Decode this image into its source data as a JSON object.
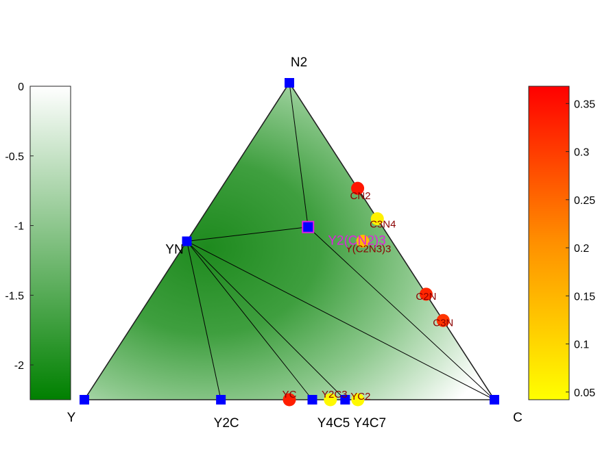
{
  "chart_data": {
    "type": "ternary-phase-diagram",
    "vertices": [
      {
        "label": "Y",
        "role": "bottom-left"
      },
      {
        "label": "C",
        "role": "bottom-right"
      },
      {
        "label": "N2",
        "role": "top"
      }
    ],
    "stable_phases": [
      {
        "label": "Y",
        "comp": {
          "Y": 1.0,
          "C": 0.0,
          "N": 0.0
        }
      },
      {
        "label": "C",
        "comp": {
          "Y": 0.0,
          "C": 1.0,
          "N": 0.0
        }
      },
      {
        "label": "N2",
        "comp": {
          "Y": 0.0,
          "C": 0.0,
          "N": 1.0
        }
      },
      {
        "label": "YN",
        "comp": {
          "Y": 0.5,
          "C": 0.0,
          "N": 0.5
        }
      },
      {
        "label": "Y2C",
        "comp": {
          "Y": 0.667,
          "C": 0.333,
          "N": 0.0
        }
      },
      {
        "label": "Y4C5",
        "comp": {
          "Y": 0.444,
          "C": 0.556,
          "N": 0.0
        }
      },
      {
        "label": "Y4C7",
        "comp": {
          "Y": 0.364,
          "C": 0.636,
          "N": 0.0
        }
      },
      {
        "label": "Y2(CN2)3",
        "comp": {
          "Y": 0.182,
          "C": 0.273,
          "N": 0.545
        },
        "highlight": true
      }
    ],
    "tie_lines": [
      [
        "Y",
        "YN"
      ],
      [
        "Y",
        "Y2C"
      ],
      [
        "Y2C",
        "Y4C5"
      ],
      [
        "Y4C5",
        "Y4C7"
      ],
      [
        "Y4C7",
        "C"
      ],
      [
        "YN",
        "N2"
      ],
      [
        "N2",
        "C"
      ],
      [
        "YN",
        "Y2C"
      ],
      [
        "YN",
        "Y4C5"
      ],
      [
        "YN",
        "Y4C7"
      ],
      [
        "YN",
        "C"
      ],
      [
        "YN",
        "Y2(CN2)3"
      ],
      [
        "Y2(CN2)3",
        "N2"
      ],
      [
        "Y2(CN2)3",
        "C"
      ]
    ],
    "unstable_phases": [
      {
        "label": "CN2",
        "comp": {
          "Y": 0.0,
          "C": 0.333,
          "N": 0.667
        },
        "e_above_hull": 0.34
      },
      {
        "label": "C3N4",
        "comp": {
          "Y": 0.0,
          "C": 0.429,
          "N": 0.571
        },
        "e_above_hull": 0.06
      },
      {
        "label": "Y(C2N3)3",
        "comp": {
          "Y": 0.071,
          "C": 0.429,
          "N": 0.5
        },
        "e_above_hull": 0.13
      },
      {
        "label": "C2N",
        "comp": {
          "Y": 0.0,
          "C": 0.667,
          "N": 0.333
        },
        "e_above_hull": 0.32
      },
      {
        "label": "C3N",
        "comp": {
          "Y": 0.0,
          "C": 0.75,
          "N": 0.25
        },
        "e_above_hull": 0.3
      },
      {
        "label": "YC",
        "comp": {
          "Y": 0.5,
          "C": 0.5,
          "N": 0.0
        },
        "e_above_hull": 0.33
      },
      {
        "label": "Y2C3",
        "comp": {
          "Y": 0.4,
          "C": 0.6,
          "N": 0.0
        },
        "e_above_hull": 0.05
      },
      {
        "label": "YC2",
        "comp": {
          "Y": 0.333,
          "C": 0.667,
          "N": 0.0
        },
        "e_above_hull": 0.05
      }
    ],
    "left_colorbar": {
      "ticks": [
        "0",
        "-0.5",
        "-1",
        "-1.5",
        "-2"
      ],
      "tick_values": [
        0,
        -0.5,
        -1,
        -1.5,
        -2
      ],
      "range": [
        -2.25,
        0
      ],
      "color_low": "#008000",
      "color_high": "#ffffff"
    },
    "right_colorbar": {
      "ticks": [
        "0.35",
        "0.3",
        "0.25",
        "0.2",
        "0.15",
        "0.1",
        "0.05"
      ],
      "tick_values": [
        0.35,
        0.3,
        0.25,
        0.2,
        0.15,
        0.1,
        0.05
      ],
      "range": [
        0.042,
        0.368
      ],
      "color_low": "#ffff00",
      "color_high": "#ff0000"
    },
    "colors": {
      "stable_marker": "#0000ff",
      "highlight": "#e020e0",
      "tie_line": "#000000",
      "unstable_label": "#8b0000"
    }
  }
}
